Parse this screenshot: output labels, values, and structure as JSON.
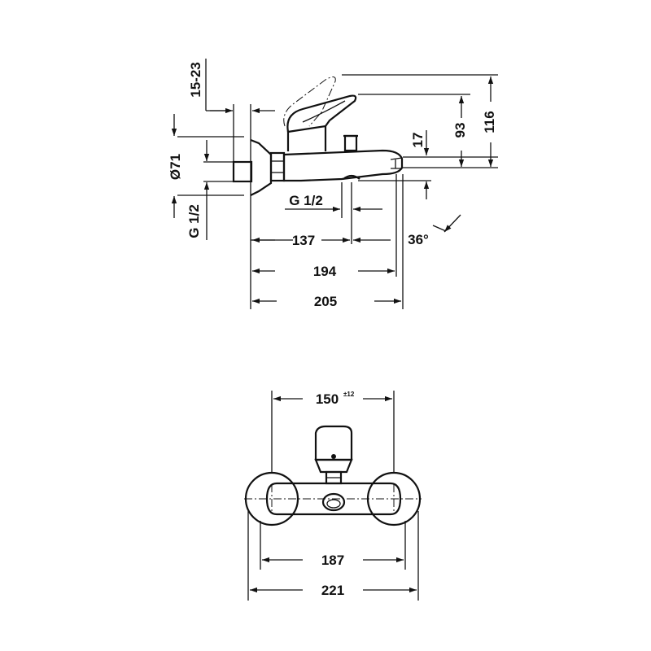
{
  "side_view": {
    "dim_15_23": "15-23",
    "dim_d71": "Ø71",
    "dim_g12_left": "G 1/2",
    "dim_g12_spout": "G 1/2",
    "dim_137": "137",
    "dim_194": "194",
    "dim_205": "205",
    "dim_17": "17",
    "dim_93": "93",
    "dim_116": "116",
    "dim_36deg": "36°"
  },
  "front_view": {
    "dim_150": "150",
    "dim_150_tol": "±12",
    "dim_187": "187",
    "dim_221": "221"
  }
}
